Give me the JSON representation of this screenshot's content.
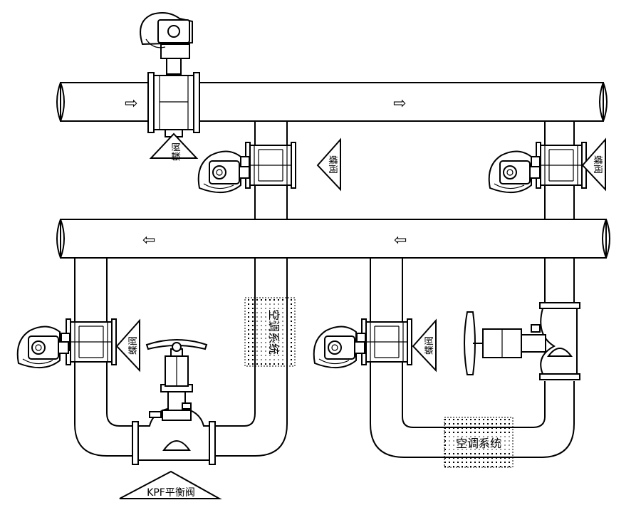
{
  "labels": {
    "butterfly_valve": "蝶阀",
    "ac_system": "空调系统",
    "kpf_valve": "KPF平衡阀"
  },
  "flow_arrow": "⇨",
  "flow_arrow_left": "⇦"
}
